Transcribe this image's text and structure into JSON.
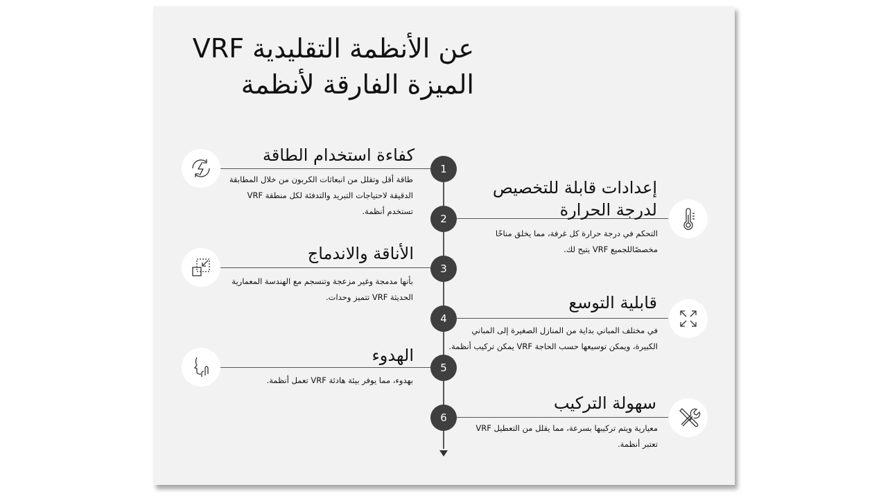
{
  "title": {
    "line1": "عن الأنظمة التقليدية VRF",
    "line2": "الميزة الفارقة لأنظمة"
  },
  "items": [
    {
      "number": "1",
      "heading": "كفاءة استخدام الطاقة",
      "desc": [
        "طاقة أقل وتقلل من انبعاثات الكربون من خلال المطابقة",
        "الدقيقة لاحتياجات التبريد والتدفئة لكل منطقة VRF",
        "تستخدم أنظمة."
      ],
      "icon": "energy-cycle-icon"
    },
    {
      "number": "2",
      "heading": [
        "إعدادات قابلة للتخصيص",
        "لدرجة الحرارة"
      ],
      "desc": [
        "التحكم في درجة حرارة كل غرفة، مما يخلق مناخًا",
        "مخصصًاللجميع VRF يتيح لك."
      ],
      "icon": "thermometer-icon"
    },
    {
      "number": "3",
      "heading": "الأناقة والاندماج",
      "desc": [
        "بأنها مدمجة وغير مزعجة وتنسجم مع الهندسة المعمارية",
        "الحديثة VRF تتميز وحدات."
      ],
      "icon": "compact-resize-icon"
    },
    {
      "number": "4",
      "heading": "قابلية التوسع",
      "desc": [
        "في مختلف المباني بداية من المنازل الصغيرة إلى المباني",
        "الكبيرة، ويمكن توسيعها حسب الحاجة VRF يمكن تركيب أنظمة."
      ],
      "icon": "expand-arrows-icon"
    },
    {
      "number": "5",
      "heading": "الهدوء",
      "desc": [
        "بهدوء، مما يوفر بيئة هادئة VRF تعمل أنظمة."
      ],
      "icon": "silence-face-icon"
    },
    {
      "number": "6",
      "heading": "سهولة التركيب",
      "desc": [
        "معيارية ويتم تركيبها بسرعة، مما يقلل من التعطيل VRF",
        "تعتبر أنظمة."
      ],
      "icon": "tools-icon"
    }
  ]
}
